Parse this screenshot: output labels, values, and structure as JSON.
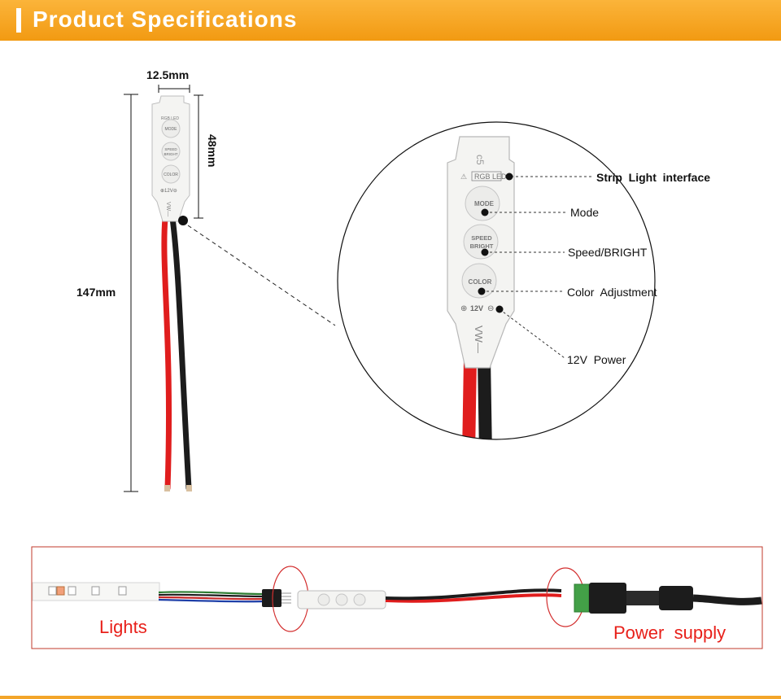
{
  "header": {
    "title": "Product Specifications"
  },
  "dimensions": {
    "width": "12.5mm",
    "height": "48mm",
    "length": "147mm"
  },
  "controller": {
    "rgb_label": "RGB LED",
    "mode_btn": "MODE",
    "speed_btn_line1": "SPEED",
    "speed_btn_line2": "BRIGHT",
    "color_btn": "COLOR",
    "power_mark": "12V"
  },
  "callouts": {
    "strip": "Strip  Light  interface",
    "mode": "Mode",
    "speed": "Speed/BRIGHT",
    "color": "Color  Adjustment",
    "power": "12V  Power"
  },
  "connection": {
    "lights": "Lights",
    "power_supply": "Power  supply"
  },
  "colors": {
    "accent": "#f29a12",
    "border_red": "#c0392b",
    "label_red": "#e8201a"
  }
}
